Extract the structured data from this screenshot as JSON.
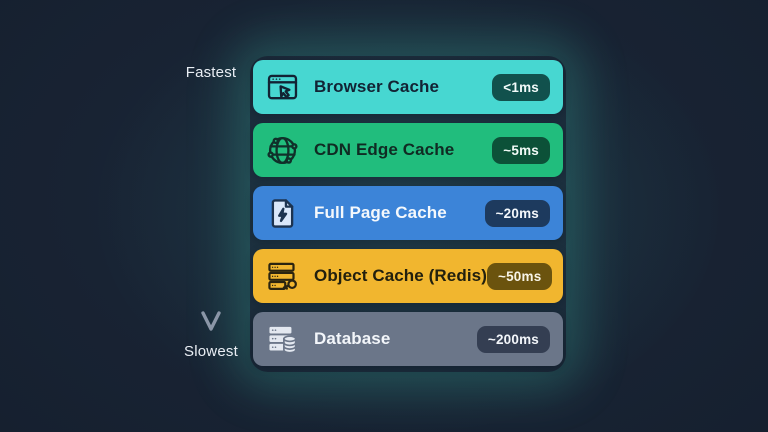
{
  "scale": {
    "fastest_label": "Fastest",
    "slowest_label": "Slowest",
    "arrow_top_color": "#52d8d2",
    "arrow_bottom_color": "#8b96a7"
  },
  "layers": [
    {
      "name": "Browser Cache",
      "latency": "<1ms",
      "icon": "browser-window-cursor-icon",
      "colors": {
        "card": "#47d7d1",
        "badge": "#11514d",
        "text": "#122334",
        "badge_text": "#f2fbfa",
        "icon": "#122334"
      }
    },
    {
      "name": "CDN Edge Cache",
      "latency": "~5ms",
      "icon": "globe-network-icon",
      "colors": {
        "card": "#21bd7d",
        "badge": "#0c5138",
        "text": "#102b23",
        "badge_text": "#f2fbf7",
        "icon": "#10302a"
      }
    },
    {
      "name": "Full Page Cache",
      "latency": "~20ms",
      "icon": "page-lightning-icon",
      "colors": {
        "card": "#3c84d8",
        "badge": "#1d3a5e",
        "text": "#f4f8fc",
        "badge_text": "#f4f8fc",
        "icon": "#1c3350",
        "icon_fill": "#d9e7fa"
      }
    },
    {
      "name": "Object Cache (Redis)",
      "latency": "~50ms",
      "icon": "server-key-icon",
      "colors": {
        "card": "#f1b62f",
        "badge": "#6b530e",
        "text": "#22200e",
        "badge_text": "#f8f4e8",
        "icon": "#2a2410"
      }
    },
    {
      "name": "Database",
      "latency": "~200ms",
      "icon": "server-database-icon",
      "colors": {
        "card": "#6b7689",
        "badge": "#343e52",
        "text": "#f3f6fa",
        "badge_text": "#f3f6fa",
        "icon": "#e3e8f0"
      }
    }
  ]
}
